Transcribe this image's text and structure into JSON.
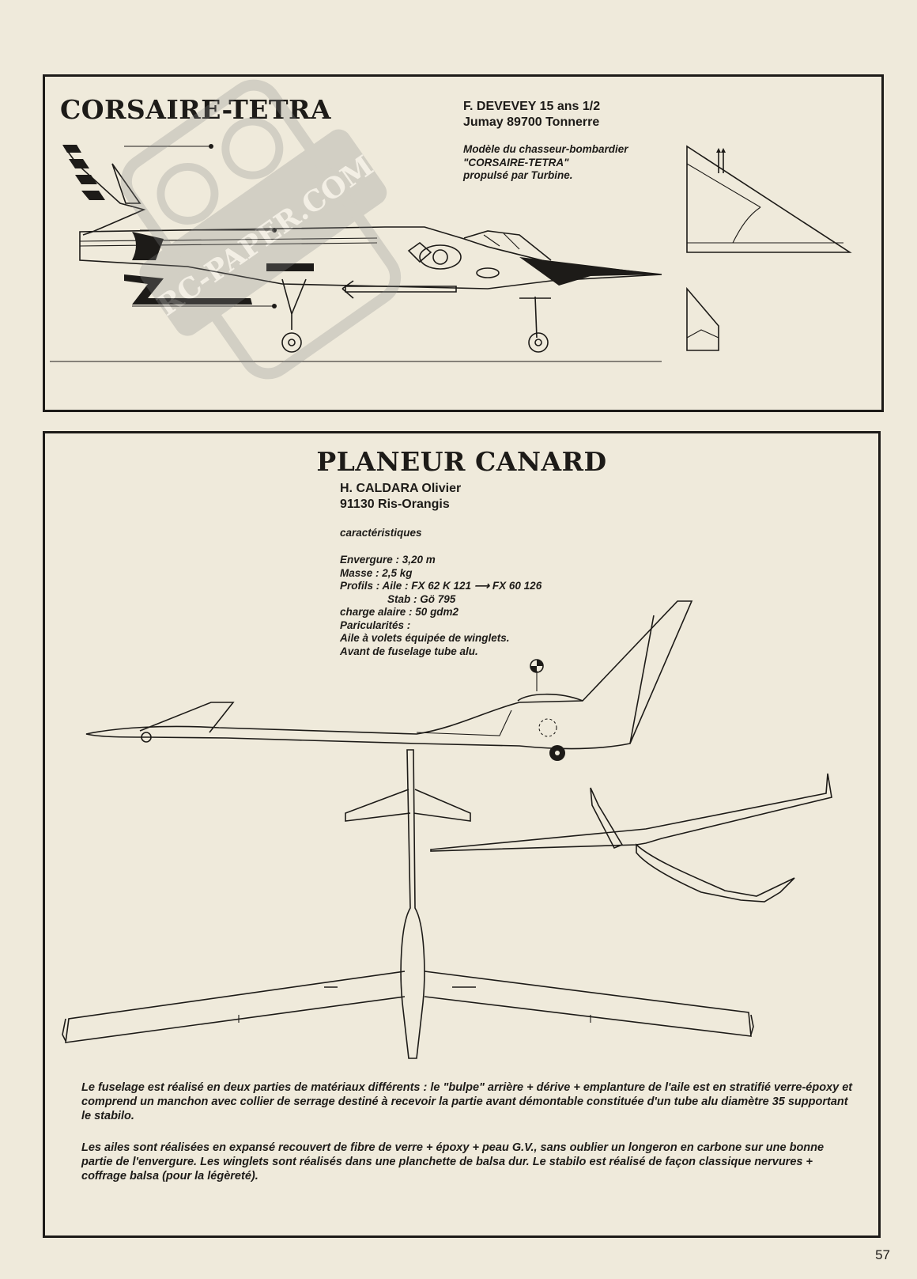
{
  "panel1": {
    "title": "CORSAIRE-TETRA",
    "author_line1": "F. DEVEVEY 15 ans 1/2",
    "author_line2": "Jumay 89700 Tonnerre",
    "description": [
      "Modèle du chasseur-bombardier",
      "\"CORSAIRE-TETRA\"",
      "propulsé par Turbine."
    ]
  },
  "watermark": {
    "text": "RC-PAPER.COM"
  },
  "panel2": {
    "title": "PLANEUR CANARD",
    "author_line1": "H. CALDARA Olivier",
    "author_line2": "91130 Ris-Orangis",
    "specs_heading": "caractéristiques",
    "specs": [
      "Envergure : 3,20 m",
      "Masse : 2,5 kg",
      "Profils : Aile : FX 62 K 121 ⟶ FX 60 126",
      "Stab : Gö 795",
      "charge alaire : 50 gdm2",
      "Paricularités :",
      "Aile à volets équipée de winglets.",
      "Avant de fuselage tube alu."
    ],
    "paragraph1": "Le fuselage est réalisé en deux parties de matériaux différents : le \"bulpe\" arrière + dérive + emplanture de l'aile est en stratifié verre-époxy et comprend un manchon avec collier de serrage destiné à recevoir la partie avant démontable constituée d'un tube alu diamètre 35 supportant le stabilo.",
    "paragraph2": "Les ailes sont réalisées en expansé recouvert de fibre de verre + époxy + peau G.V., sans oublier un longeron en carbone sur une bonne partie de l'envergure. Les winglets sont réalisés dans une planchette de balsa dur. Le stabilo est réalisé de façon classique nervures + coffrage balsa (pour la légèreté)."
  },
  "page_number": "57"
}
